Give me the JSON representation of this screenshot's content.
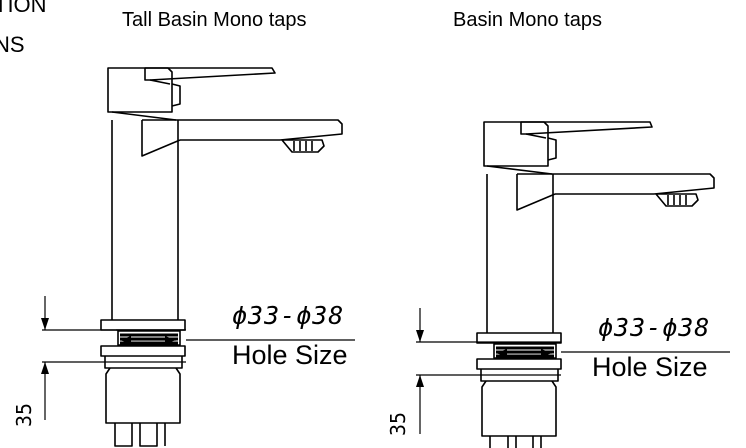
{
  "header": {
    "line1": "TION",
    "line2": "NS"
  },
  "products": [
    {
      "title": "Tall Basin Mono taps",
      "diameter": "ϕ33-ϕ38",
      "hole_label": "Hole Size",
      "dimension": "35"
    },
    {
      "title": "Basin Mono taps",
      "diameter": "ϕ33-ϕ38",
      "hole_label": "Hole Size",
      "dimension": "35"
    }
  ]
}
